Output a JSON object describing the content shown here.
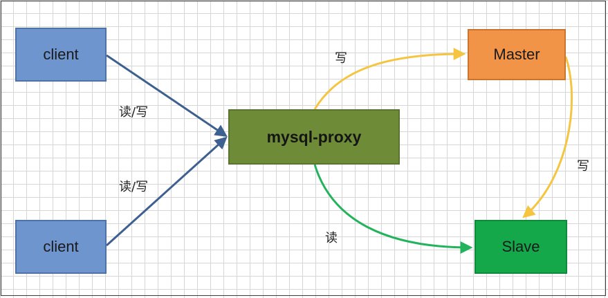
{
  "nodes": {
    "client_top": "client",
    "client_bottom": "client",
    "proxy": "mysql-proxy",
    "master": "Master",
    "slave": "Slave"
  },
  "edge_labels": {
    "client_top_to_proxy": "读/写",
    "client_bottom_to_proxy": "读/写",
    "proxy_to_master": "写",
    "master_to_slave": "写",
    "proxy_to_slave": "读"
  },
  "colors": {
    "client": "#6f95cf",
    "proxy": "#6e8b38",
    "master": "#f29447",
    "slave": "#14a84a",
    "client_arrow": "#3d6090",
    "write_arrow": "#f5c542",
    "read_arrow": "#23b35c"
  }
}
